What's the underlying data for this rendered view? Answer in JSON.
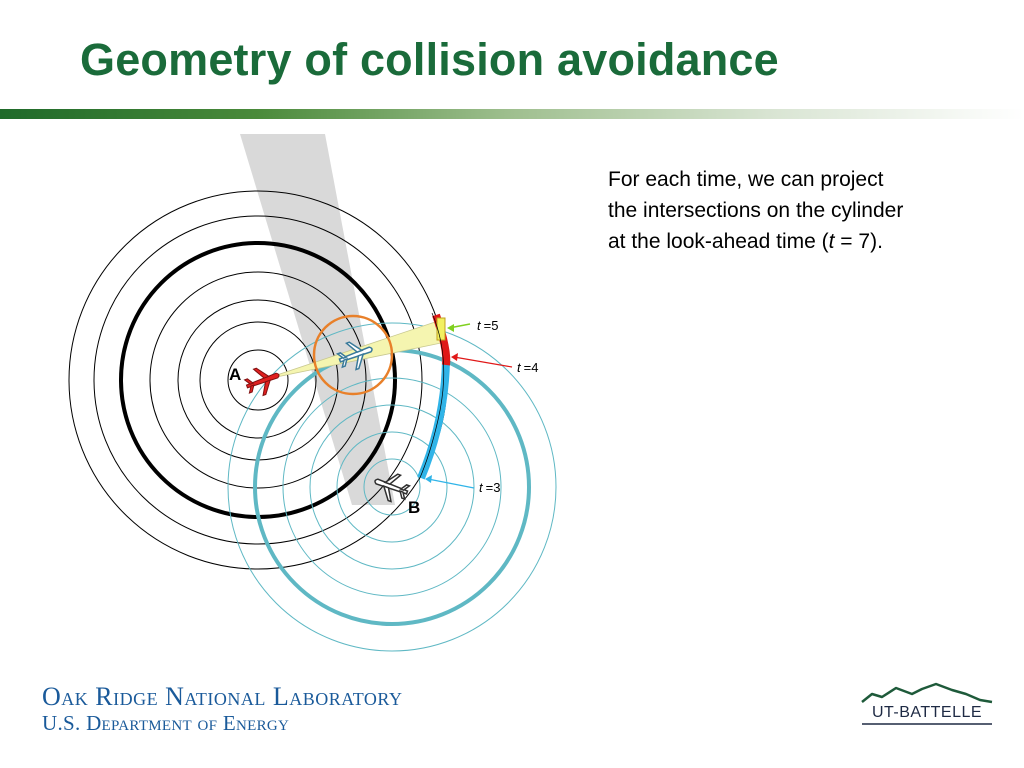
{
  "slide": {
    "title": "Geometry of collision avoidance",
    "body_text_part1": "For each time, we can project the intersections on the cylinder at the look-ahead time (",
    "body_text_var": "t",
    "body_text_part2": " = 7)."
  },
  "diagram": {
    "aircraft_a_label": "A",
    "aircraft_b_label": "B",
    "annotations": [
      {
        "var": "t",
        "value": "=5"
      },
      {
        "var": "t",
        "value": "=4"
      },
      {
        "var": "t",
        "value": "=3"
      }
    ],
    "colors": {
      "a_circles": "#000000",
      "b_circles": "#5fb8c4",
      "highlight_circle": "#e8802a",
      "aircraft_a": "#e02020",
      "conflict_arc": "#e01818",
      "safe_arc": "#30b4e8",
      "yellow_wedge": "#f5f5b0",
      "shadow": "#d9d9d9"
    }
  },
  "footer": {
    "org_line1": "Oak Ridge National Laboratory",
    "org_line2": "U.S. Department of Energy",
    "logo_text": "UT-BATTELLE",
    "colors": {
      "org": "#1a5a9a",
      "logo": "#1e5a3a"
    }
  }
}
